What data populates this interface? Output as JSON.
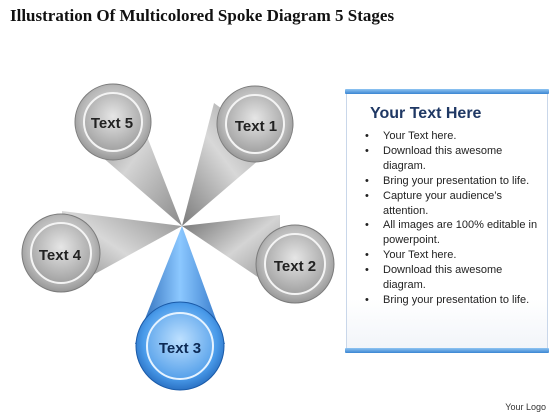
{
  "title": "Illustration Of Multicolored Spoke Diagram 5 Stages",
  "colors": {
    "gray_spoke": "#9a9a9a",
    "blue_spoke": "#3d8de0",
    "panel_border": "#c9d7ea",
    "panel_bar": "#3b86d2",
    "panel_title": "#1f3864"
  },
  "nodes": [
    {
      "id": "text-1",
      "label": "Text 1",
      "color": "gray"
    },
    {
      "id": "text-2",
      "label": "Text 2",
      "color": "gray"
    },
    {
      "id": "text-3",
      "label": "Text 3",
      "color": "blue"
    },
    {
      "id": "text-4",
      "label": "Text 4",
      "color": "gray"
    },
    {
      "id": "text-5",
      "label": "Text 5",
      "color": "gray"
    }
  ],
  "panel": {
    "title": "Your Text Here",
    "items": [
      "Your Text here.",
      "Download this awesome diagram.",
      "Bring your presentation to life.",
      "Capture your audience’s attention.",
      "All images are 100% editable in powerpoint.",
      "Your Text here.",
      "Download this awesome diagram.",
      "Bring your presentation to life."
    ]
  },
  "logo": "Your Logo"
}
